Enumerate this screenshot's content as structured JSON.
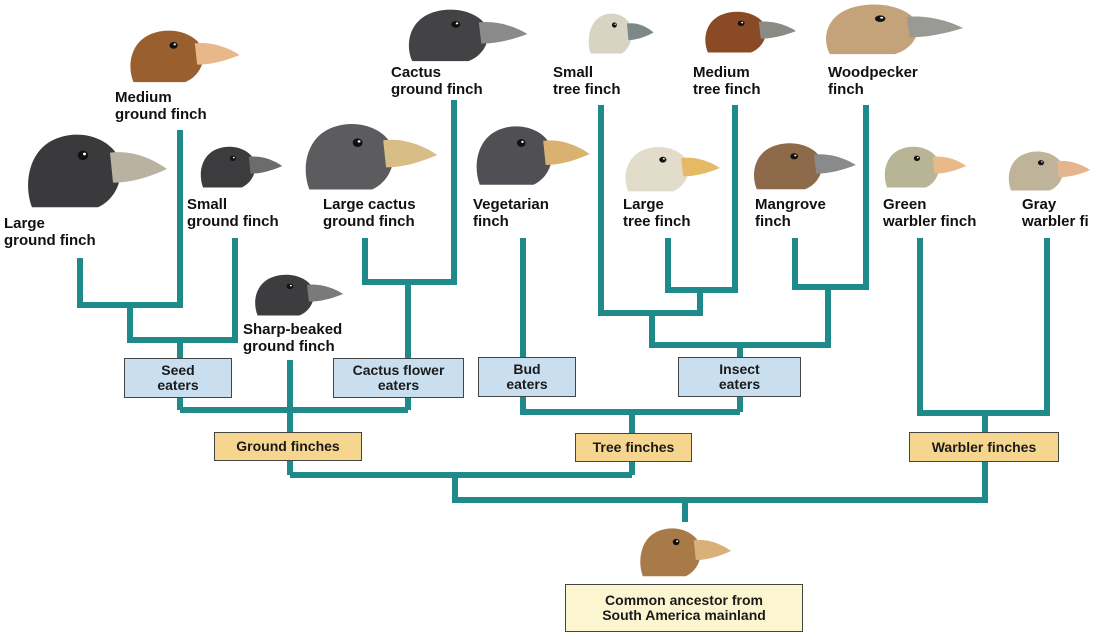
{
  "species": [
    {
      "id": "large-ground-finch",
      "label": "Large\nground finch",
      "color": "#3a3a3c",
      "beak": "#b9b2a2"
    },
    {
      "id": "medium-ground-finch",
      "label": "Medium\nground finch",
      "color": "#9a5f2f",
      "beak": "#e8b88a"
    },
    {
      "id": "small-ground-finch",
      "label": "Small\nground finch",
      "color": "#3c3c3e",
      "beak": "#6c6c6c"
    },
    {
      "id": "sharp-beaked-ground-finch",
      "label": "Sharp-beaked\nground finch",
      "color": "#3d3d3f",
      "beak": "#7a7a7a"
    },
    {
      "id": "large-cactus-ground-finch",
      "label": "Large cactus\nground finch",
      "color": "#5c5c5e",
      "beak": "#d8bd86"
    },
    {
      "id": "cactus-ground-finch",
      "label": "Cactus\nground finch",
      "color": "#434345",
      "beak": "#8a8a8a"
    },
    {
      "id": "vegetarian-finch",
      "label": "Vegetarian\nfinch",
      "color": "#505054",
      "beak": "#d9b272"
    },
    {
      "id": "small-tree-finch",
      "label": "Small\ntree finch",
      "color": "#d7d4c4",
      "beak": "#7d8888"
    },
    {
      "id": "large-tree-finch",
      "label": "Large\ntree finch",
      "color": "#e2dccb",
      "beak": "#e6b964"
    },
    {
      "id": "medium-tree-finch",
      "label": "Medium\ntree finch",
      "color": "#8b4a26",
      "beak": "#8b8b86"
    },
    {
      "id": "mangrove-finch",
      "label": "Mangrove\nfinch",
      "color": "#8c6a4a",
      "beak": "#8a8a8a"
    },
    {
      "id": "woodpecker-finch",
      "label": "Woodpecker\nfinch",
      "color": "#c4a27a",
      "beak": "#9a9a94"
    },
    {
      "id": "green-warbler-finch",
      "label": "Green\nwarbler finch",
      "color": "#b7b595",
      "beak": "#e9b98a"
    },
    {
      "id": "gray-warbler-finch",
      "label": "Gray\nwarbler fi",
      "color": "#bfb39a",
      "beak": "#e4b58e"
    }
  ],
  "diet_groups": {
    "seed": "Seed\neaters",
    "cactus_flower": "Cactus flower\neaters",
    "bud": "Bud\neaters",
    "insect": "Insect\neaters"
  },
  "finch_groups": {
    "ground": "Ground finches",
    "tree": "Tree finches",
    "warbler": "Warbler finches"
  },
  "ancestor": {
    "label": "Common ancestor from\nSouth America mainland",
    "color": "#a87a48",
    "beak": "#d9b07a"
  },
  "colors": {
    "branch": "#1e8a8a",
    "diet_box": "#c9dff0",
    "group_box": "#f6d58e",
    "ancestor_box": "#fbf6cf"
  }
}
